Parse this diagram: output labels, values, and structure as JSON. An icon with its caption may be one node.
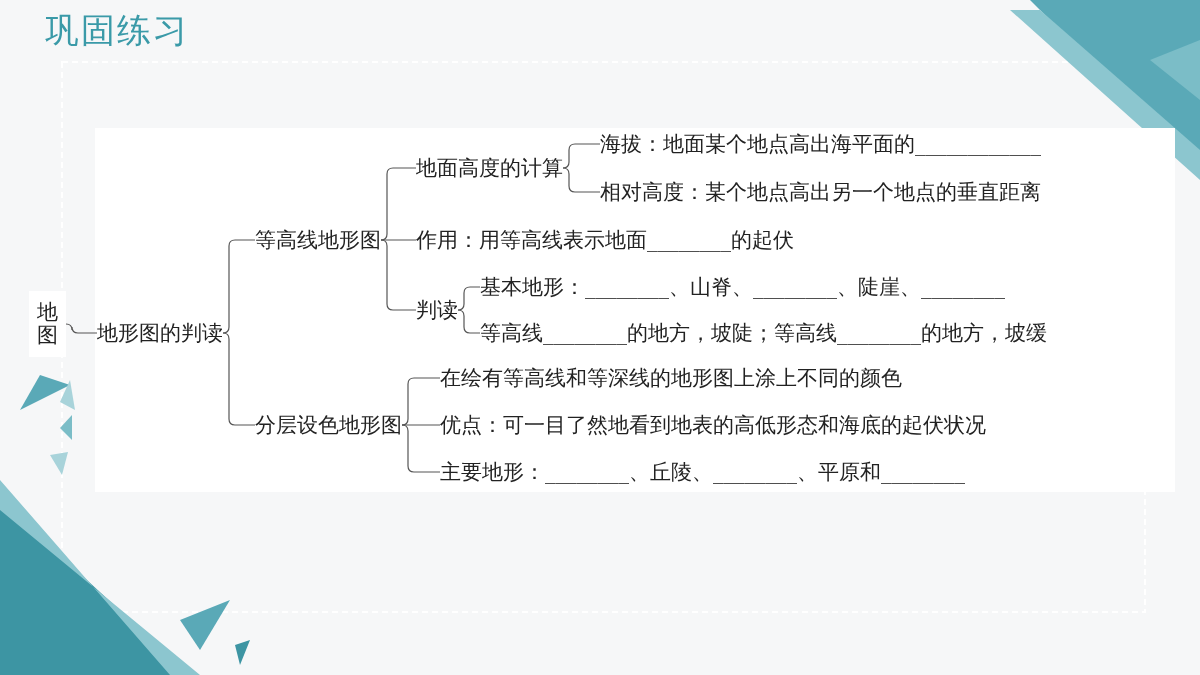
{
  "diagram": {
    "title": "巩固练习",
    "nodes": [
      {
        "text": [
          "地图"
        ]
      },
      {
        "text": [
          "地形图的判读"
        ]
      },
      {
        "text": [
          "等高线地形图"
        ]
      },
      {
        "text": [
          "地面高度的计算"
        ]
      },
      {
        "text": [
          "海拔：地面某个地点高出海平面的____________"
        ]
      },
      {
        "text": [
          "相对高度：某个地点高出另一个地点的垂直距离"
        ]
      },
      {
        "text": [
          "作用：用等高线表示地面________的起伏"
        ]
      },
      {
        "text": [
          "判读"
        ]
      },
      {
        "text": [
          "基本地形：________、山脊、________、陡崖、________"
        ]
      },
      {
        "text": [
          "等高线________的地方，坡陡；等高线________的地方，坡缓"
        ]
      },
      {
        "text": [
          "分层设色地形图"
        ]
      },
      {
        "text": [
          "在绘有等高线和等深线的地形图上涂上不同的颜色"
        ]
      },
      {
        "text": [
          "优点：可一目了然地看到地表的高低形态和海底的起伏状况"
        ]
      },
      {
        "text": [
          "主要地形：________、丘陵、________、平原和________"
        ]
      }
    ],
    "edges": [
      {
        "from": 0,
        "to": 1,
        "arrow": "none"
      },
      {
        "from": 1,
        "to": 2,
        "arrow": "none"
      },
      {
        "from": 1,
        "to": 10,
        "arrow": "none"
      },
      {
        "from": 2,
        "to": 3,
        "arrow": "none"
      },
      {
        "from": 2,
        "to": 6,
        "arrow": "none"
      },
      {
        "from": 2,
        "to": 7,
        "arrow": "none"
      },
      {
        "from": 3,
        "to": 4,
        "arrow": "none"
      },
      {
        "from": 3,
        "to": 5,
        "arrow": "none"
      },
      {
        "from": 7,
        "to": 8,
        "arrow": "none"
      },
      {
        "from": 7,
        "to": 9,
        "arrow": "none"
      },
      {
        "from": 10,
        "to": 11,
        "arrow": "none"
      },
      {
        "from": 10,
        "to": 12,
        "arrow": "none"
      },
      {
        "from": 10,
        "to": 13,
        "arrow": "none"
      }
    ]
  }
}
